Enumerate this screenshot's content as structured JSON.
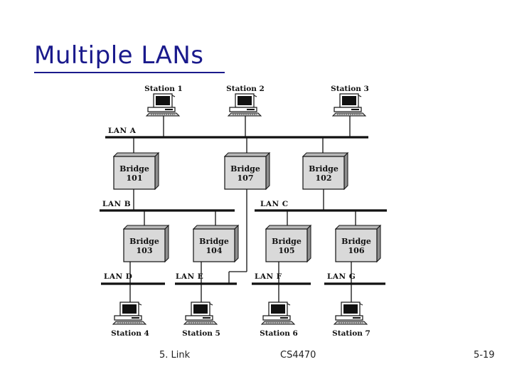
{
  "slide": {
    "title": "Multiple LANs"
  },
  "footer": {
    "left": "5. Link",
    "center": "CS4470",
    "right": "5-19"
  },
  "diagram": {
    "stations": [
      {
        "id": "s1",
        "label": "Station 1"
      },
      {
        "id": "s2",
        "label": "Station 2"
      },
      {
        "id": "s3",
        "label": "Station 3"
      },
      {
        "id": "s4",
        "label": "Station 4"
      },
      {
        "id": "s5",
        "label": "Station 5"
      },
      {
        "id": "s6",
        "label": "Station 6"
      },
      {
        "id": "s7",
        "label": "Station 7"
      }
    ],
    "lans": [
      {
        "id": "A",
        "label": "LAN A"
      },
      {
        "id": "B",
        "label": "LAN B"
      },
      {
        "id": "C",
        "label": "LAN C"
      },
      {
        "id": "D",
        "label": "LAN D"
      },
      {
        "id": "E",
        "label": "LAN E"
      },
      {
        "id": "F",
        "label": "LAN F"
      },
      {
        "id": "G",
        "label": "LAN G"
      }
    ],
    "bridges": [
      {
        "id": "101",
        "word": "Bridge",
        "number": "101"
      },
      {
        "id": "107",
        "word": "Bridge",
        "number": "107"
      },
      {
        "id": "102",
        "word": "Bridge",
        "number": "102"
      },
      {
        "id": "103",
        "word": "Bridge",
        "number": "103"
      },
      {
        "id": "104",
        "word": "Bridge",
        "number": "104"
      },
      {
        "id": "105",
        "word": "Bridge",
        "number": "105"
      },
      {
        "id": "106",
        "word": "Bridge",
        "number": "106"
      }
    ]
  }
}
